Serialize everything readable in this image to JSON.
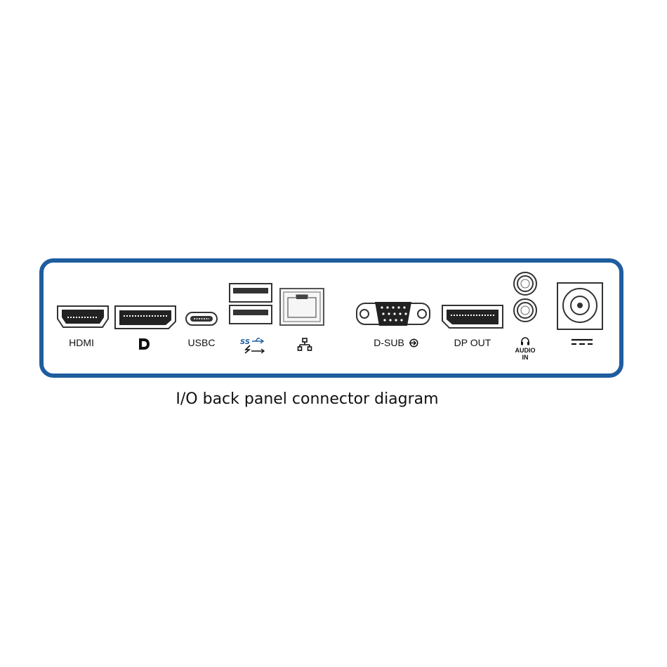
{
  "ports": [
    {
      "id": "hdmi",
      "label": "HDMI",
      "icon": "hdmi-port-icon"
    },
    {
      "id": "displayport",
      "label": "",
      "icon": "displayport-logo-icon"
    },
    {
      "id": "usbc",
      "label": "USBC",
      "icon": "usb-c-port-icon"
    },
    {
      "id": "usb-a",
      "label": "",
      "icon": "usb-superspeed-charge-icon"
    },
    {
      "id": "ethernet",
      "label": "",
      "icon": "network-icon"
    },
    {
      "id": "dsub",
      "label": "D-SUB",
      "icon": "vga-dsub-port-icon"
    },
    {
      "id": "dp-out",
      "label": "DP OUT",
      "icon": "displayport-out-port-icon"
    },
    {
      "id": "audio-in",
      "label_line1": "AUDIO",
      "label_line2": "IN",
      "icon": "headphone-icon"
    },
    {
      "id": "dc-power",
      "label": "",
      "icon": "dc-power-icon"
    }
  ],
  "caption": "I/O back panel connector diagram",
  "colors": {
    "panel_border": "#1f5d9f",
    "port_outline": "#333333"
  }
}
